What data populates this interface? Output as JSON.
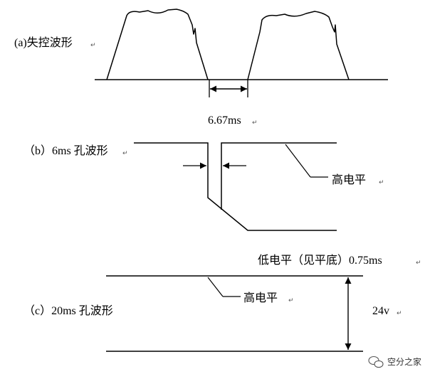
{
  "labels": {
    "a_title": "(a)失控波形",
    "a_interval": "6.67ms",
    "b_title": "（b）6ms 孔波形",
    "b_high": "高电平",
    "b_low": "低电平（见平底）0.75ms",
    "c_title": "（c）20ms 孔波形",
    "c_high": "高电平",
    "c_voltage": "24v"
  },
  "para_mark": "↵",
  "watermark": {
    "text": "空分之家",
    "icon": "wechat-icon"
  },
  "colors": {
    "line": "#000000",
    "background": "#ffffff"
  }
}
